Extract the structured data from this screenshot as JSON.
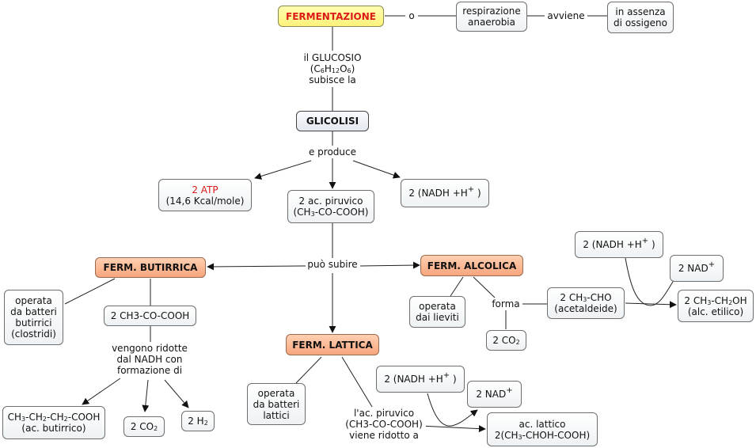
{
  "nodes": {
    "fermentazione": "FERMENTAZIONE",
    "respirazione_1": "respirazione",
    "respirazione_2": "anaerobia",
    "assenza_1": "in assenza",
    "assenza_2": "di ossigeno",
    "glicolisi": "GLICOLISI",
    "atp_1": "2 ATP",
    "atp_2": "(14,6 Kcal/mole)",
    "piruvico_1": "2 ac. piruvico",
    "piruvico_2a": "(CH",
    "piruvico_2b": "3",
    "piruvico_2c": "-CO-COOH)",
    "nadh_a": "2 (NADH +H",
    "nadh_b": "+",
    "nadh_c": " )",
    "ferm_butirrica": "FERM. BUTIRRICA",
    "ferm_alcolica": "FERM. ALCOLICA",
    "ferm_lattica": "FERM. LATTICA",
    "batteri_butirrici_1": "operata",
    "batteri_butirrici_2": "da batteri",
    "batteri_butirrici_3": "butirrici",
    "batteri_butirrici_4": "(clostridi)",
    "ch3cocooh": "2 CH3-CO-COOH",
    "butirrico_1a": "CH",
    "butirrico_1b": "3",
    "butirrico_1c": "-CH",
    "butirrico_1d": "2",
    "butirrico_1e": "-CH",
    "butirrico_1f": "2",
    "butirrico_1g": "-COOH",
    "butirrico_2": "(ac. butirrico)",
    "co2_but_a": "2 CO",
    "co2_but_b": "2",
    "h2_a": "2 H",
    "h2_b": "2",
    "lieviti_1": "operata",
    "lieviti_2": "dai lieviti",
    "acetaldeide_1a": "2 CH",
    "acetaldeide_1b": "3",
    "acetaldeide_1c": "-CHO",
    "acetaldeide_2": "(acetaldeide)",
    "co2_alc_a": "2 CO",
    "co2_alc_b": "2",
    "nadh_alc_a": "2 (NADH +H",
    "nadh_alc_b": "+",
    "nadh_alc_c": " )",
    "nad_alc_a": "2 NAD",
    "nad_alc_b": "+",
    "etilico_1a": "2 CH",
    "etilico_1b": "3",
    "etilico_1c": "-CH",
    "etilico_1d": "2",
    "etilico_1e": "OH",
    "etilico_2": "(alc. etilico)",
    "lattici_1": "operata",
    "lattici_2": "da batteri",
    "lattici_3": "lattici",
    "nadh_lat_a": "2 (NADH +H",
    "nadh_lat_b": "+",
    "nadh_lat_c": " )",
    "nad_lat_a": "2 NAD",
    "nad_lat_b": "+",
    "lattico_1": "ac. lattico",
    "lattico_2a": "2(CH",
    "lattico_2b": "3",
    "lattico_2c": "-CHOH-COOH)"
  },
  "labels": {
    "o": "o",
    "avviene": "avviene",
    "glucosio_1": "il GLUCOSIO",
    "glucosio_2a": "(C",
    "glucosio_2b": "6",
    "glucosio_2c": "H",
    "glucosio_2d": "12",
    "glucosio_2e": "O",
    "glucosio_2f": "6",
    "glucosio_2g": ")",
    "glucosio_3": "subisce la",
    "e_produce": "e produce",
    "puo_subire": "può subire",
    "vengono_1": "vengono ridotte",
    "vengono_2": "dal NADH con",
    "vengono_3": "formazione di",
    "forma": "forma",
    "piruvico_rid_1": "l'ac. piruvico",
    "piruvico_rid_2": "(CH3-CO-COOH)",
    "piruvico_rid_3": "viene ridotto a"
  },
  "colors": {
    "yellow_node": "#fff27a",
    "orange_node": "#f7a57d",
    "atp_text": "#dd1a1a",
    "line": "#222222"
  }
}
